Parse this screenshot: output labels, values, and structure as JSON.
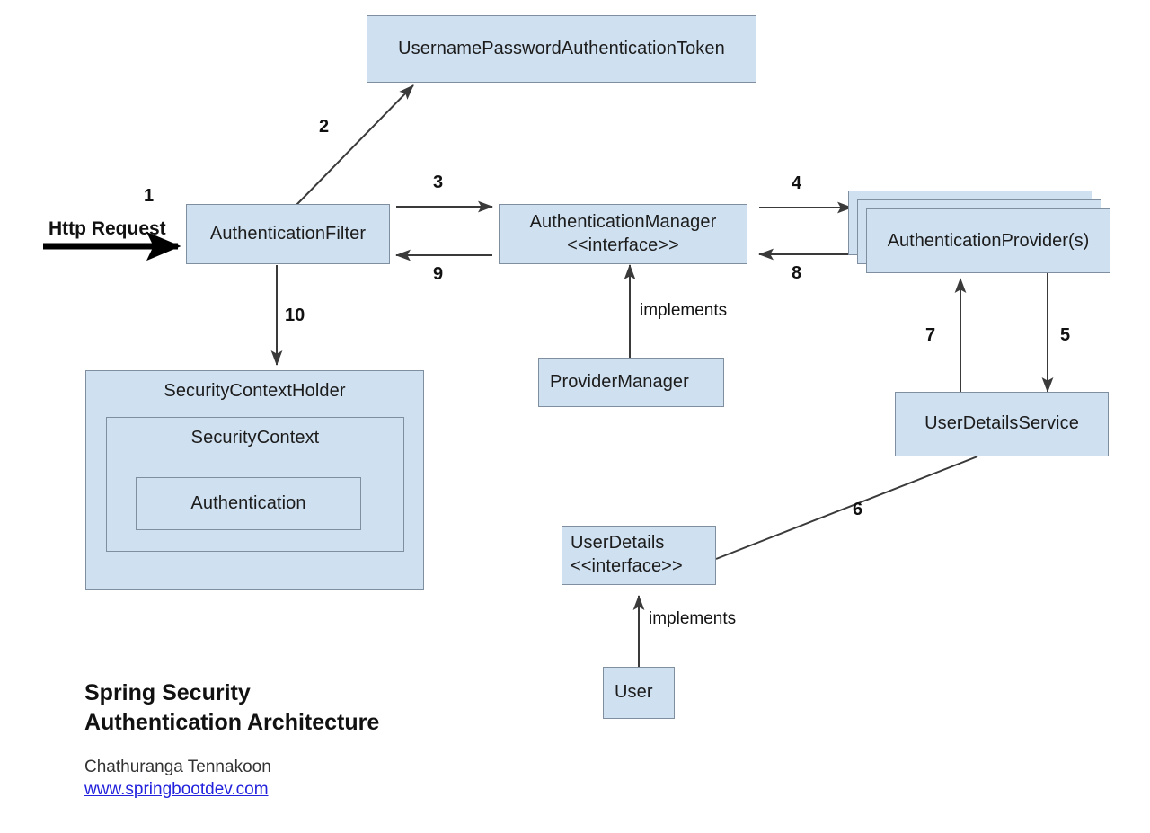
{
  "diagram": {
    "title": "Spring Security Authentication Architecture",
    "colors": {
      "node_fill": "#cfe0f0",
      "node_stroke": "#7f8f9f",
      "background": "#ffffff",
      "text": "#1c1c1c",
      "link": "#2222dd",
      "connector": "#3a3a3a"
    },
    "nodes": {
      "token": {
        "label": "UsernamePasswordAuthenticationToken"
      },
      "auth_filter": {
        "label": "AuthenticationFilter"
      },
      "auth_manager": {
        "label": "AuthenticationManager\n<<interface>>"
      },
      "auth_provider": {
        "label": "AuthenticationProvider(s)"
      },
      "provider_manager": {
        "label": "ProviderManager"
      },
      "user_details_service": {
        "label": "UserDetailsService"
      },
      "user_details": {
        "label": "UserDetails\n<<interface>>"
      },
      "user": {
        "label": "User"
      },
      "security_context_holder": {
        "label": "SecurityContextHolder"
      },
      "security_context": {
        "label": "SecurityContext"
      },
      "authentication": {
        "label": "Authentication"
      }
    },
    "labels": {
      "http_request": "Http Request",
      "step1": "1",
      "step2": "2",
      "step3": "3",
      "step4": "4",
      "step5": "5",
      "step6": "6",
      "step7": "7",
      "step8": "8",
      "step9": "9",
      "step10": "10",
      "implements_manager": "implements",
      "implements_user": "implements"
    },
    "credit": {
      "heading": "Spring Security\nAuthentication Architecture",
      "author": "Chathuranga Tennakoon",
      "website": "www.springbootdev.com"
    }
  }
}
